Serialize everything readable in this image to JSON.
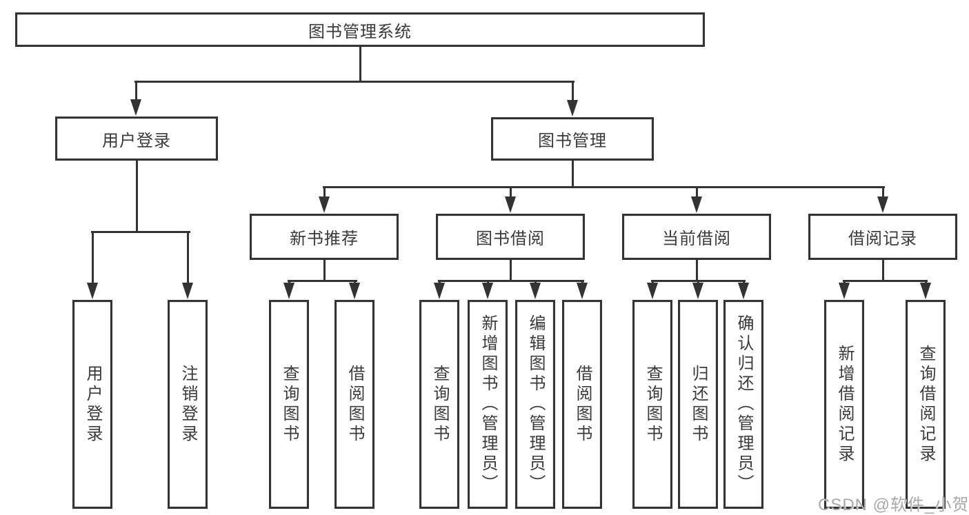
{
  "tree": {
    "label": "图书管理系统",
    "children": [
      {
        "label": "用户登录",
        "children": [
          {
            "label": "用户登录"
          },
          {
            "label": "注销登录"
          }
        ]
      },
      {
        "label": "图书管理",
        "children": [
          {
            "label": "新书推荐",
            "children": [
              {
                "label": "查询图书"
              },
              {
                "label": "借阅图书"
              }
            ]
          },
          {
            "label": "图书借阅",
            "children": [
              {
                "label": "查询图书"
              },
              {
                "label": "新增图书（管理员）"
              },
              {
                "label": "编辑图书（管理员）"
              },
              {
                "label": "借阅图书"
              }
            ]
          },
          {
            "label": "当前借阅",
            "children": [
              {
                "label": "查询图书"
              },
              {
                "label": "归还图书"
              },
              {
                "label": "确认归还（管理员）"
              }
            ]
          },
          {
            "label": "借阅记录",
            "children": [
              {
                "label": "新增借阅记录"
              },
              {
                "label": "查询借阅记录"
              }
            ]
          }
        ]
      }
    ]
  },
  "watermark": {
    "text": "CSDN @软件_小贺同学"
  },
  "colors": {
    "line": "#333333",
    "text": "#3a3a3a",
    "watermark": "#a8a8a8",
    "background": "#ffffff"
  }
}
